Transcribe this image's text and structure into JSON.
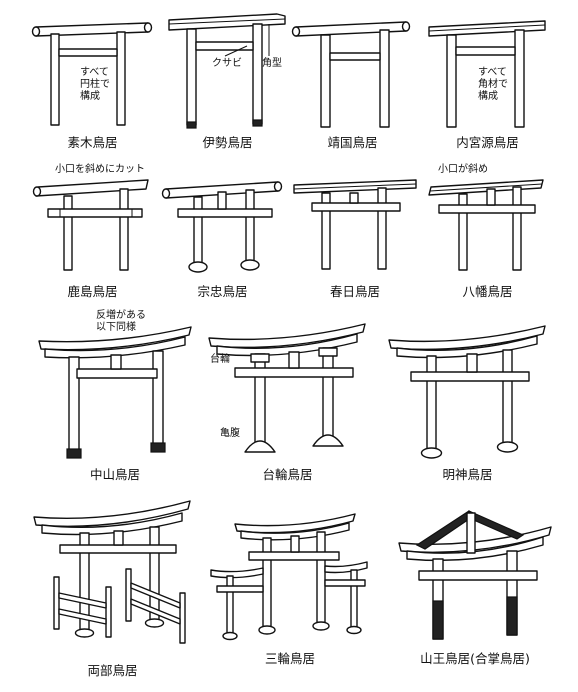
{
  "gates": [
    {
      "id": "shiraki",
      "name": "素木鳥居"
    },
    {
      "id": "ise",
      "name": "伊勢鳥居"
    },
    {
      "id": "yasukuni",
      "name": "靖国鳥居"
    },
    {
      "id": "naiku",
      "name": "内宮源鳥居"
    },
    {
      "id": "kashima",
      "name": "鹿島鳥居"
    },
    {
      "id": "munetada",
      "name": "宗忠鳥居"
    },
    {
      "id": "kasuga",
      "name": "春日鳥居"
    },
    {
      "id": "hachiman",
      "name": "八幡鳥居"
    },
    {
      "id": "nakayama",
      "name": "中山鳥居"
    },
    {
      "id": "daiwa",
      "name": "台輪鳥居"
    },
    {
      "id": "myojin",
      "name": "明神鳥居"
    },
    {
      "id": "ryobu",
      "name": "両部鳥居"
    },
    {
      "id": "miwa",
      "name": "三輪鳥居"
    },
    {
      "id": "sanno",
      "name": "山王鳥居(合掌鳥居)"
    }
  ],
  "notes": {
    "shiraki": [
      "すべて",
      "円柱で",
      "構成"
    ],
    "naiku": [
      "すべて",
      "角材で",
      "構成"
    ],
    "nakayama": [
      "反増がある",
      "以下同様"
    ]
  },
  "annotations": {
    "kusabi": "クサビ",
    "kakugata": "角型",
    "kashima_cut": "小口を斜めにカット",
    "hachiman_cut": "小口が斜め",
    "daiwa_label": "台輪",
    "kamebara": "亀腹"
  }
}
